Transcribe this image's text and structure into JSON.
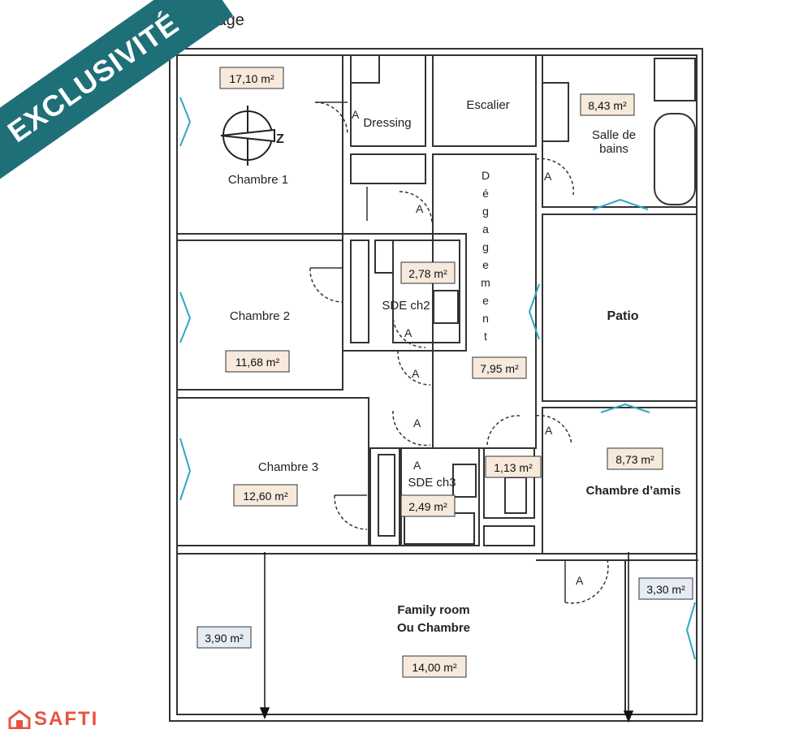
{
  "header": {
    "floor_label_partial": "tage"
  },
  "banner": {
    "text": "EXCLUSIVITÉ"
  },
  "brand": {
    "logo_text": "SAFTI",
    "logo_color": "#e8533f"
  },
  "colors": {
    "banner_bg": "#1f6f78",
    "area_box_warm": "#f7e9dc",
    "area_box_cool": "#e6ecf3",
    "window": "#2aa8c7",
    "wall": "#333333"
  },
  "rooms": {
    "chambre1": {
      "name": "Chambre 1",
      "area": "17,10 m²"
    },
    "dressing": {
      "name": "Dressing"
    },
    "escalier": {
      "name": "Escalier"
    },
    "sdb": {
      "name_line1": "Salle de",
      "name_line2": "bains",
      "area": "8,43 m²"
    },
    "degagement": {
      "letters": [
        "D",
        "é",
        "g",
        "a",
        "g",
        "e",
        "m",
        "e",
        "n",
        "t"
      ],
      "area": "7,95 m²"
    },
    "chambre2": {
      "name": "Chambre 2",
      "area": "11,68 m²"
    },
    "sde_ch2": {
      "name": "SDE ch2",
      "area": "2,78 m²"
    },
    "patio": {
      "name": "Patio"
    },
    "chambre3": {
      "name": "Chambre 3",
      "area": "12,60 m²"
    },
    "sde_ch3": {
      "name": "SDE ch3",
      "area": "2,49 m²"
    },
    "wc": {
      "area": "1,13 m²"
    },
    "chambre_amis": {
      "name": "Chambre d’amis",
      "area": "8,73 m²"
    },
    "family": {
      "name_line1": "Family room",
      "name_line2": "Ou Chambre",
      "area": "14,00 m²"
    },
    "left_zone": {
      "area": "3,90 m²"
    },
    "right_zone": {
      "area": "3,30 m²"
    }
  },
  "door_marker": "A",
  "compass": {
    "letter": "Z"
  }
}
